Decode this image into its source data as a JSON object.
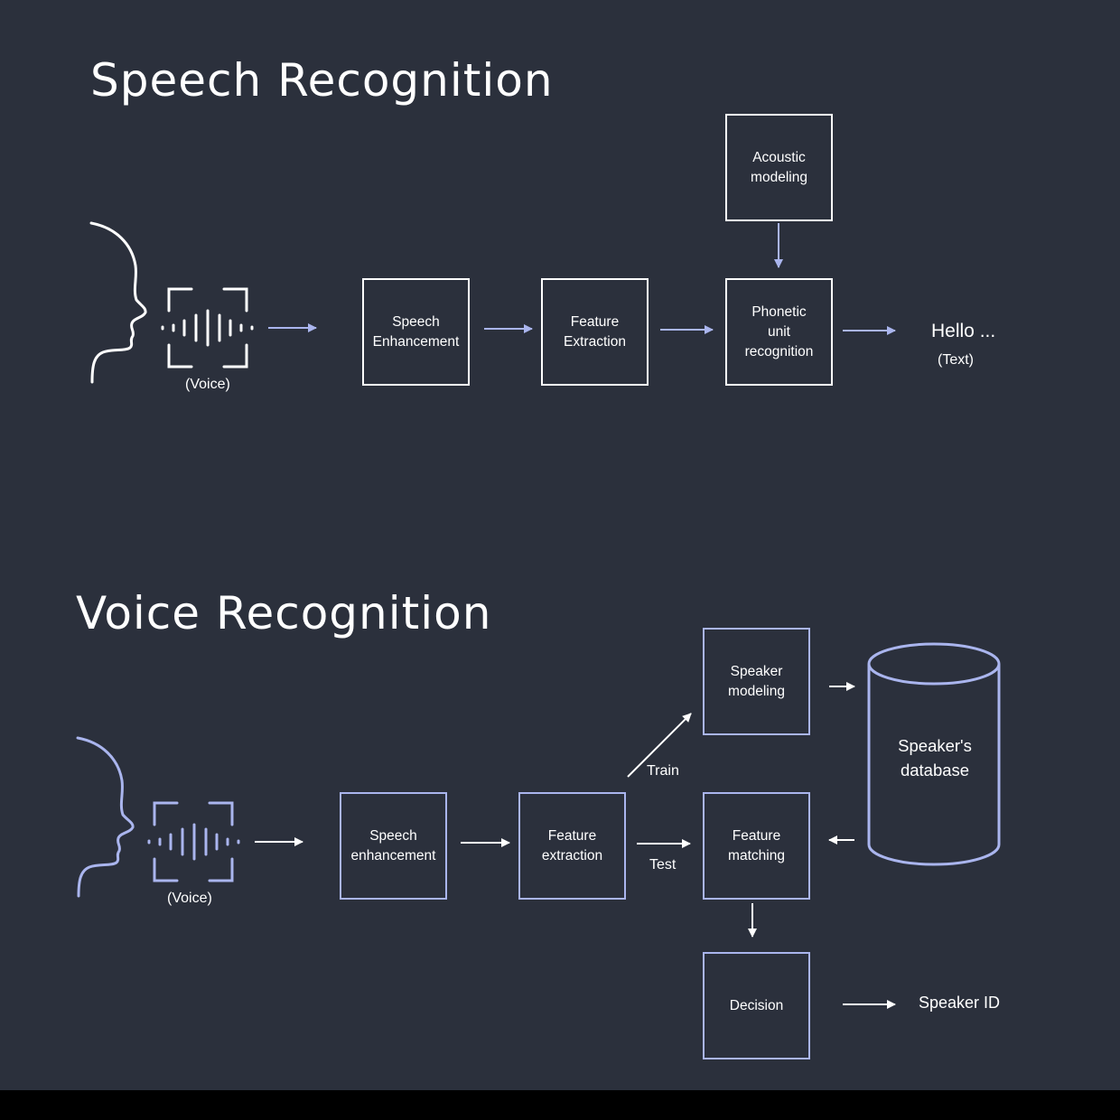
{
  "colors": {
    "background": "#2b303c",
    "footer": "#000000",
    "text": "#ffffff",
    "accent": "#aab5ee"
  },
  "speech": {
    "title": "Speech Recognition",
    "voice_label": "(Voice)",
    "boxes": {
      "enhancement": "Speech\nEnhancement",
      "feature": "Feature\nExtraction",
      "acoustic": "Acoustic\nmodeling",
      "phonetic": "Phonetic\nunit\nrecognition"
    },
    "output": "Hello ...",
    "output_note": "(Text)"
  },
  "voice": {
    "title": "Voice Recognition",
    "voice_label": "(Voice)",
    "boxes": {
      "enhancement": "Speech\nenhancement",
      "feature": "Feature\nextraction",
      "speaker_modeling": "Speaker\nmodeling",
      "feature_matching": "Feature\nmatching",
      "decision": "Decision"
    },
    "database": "Speaker's\ndatabase",
    "train_label": "Train",
    "test_label": "Test",
    "output": "Speaker ID"
  }
}
